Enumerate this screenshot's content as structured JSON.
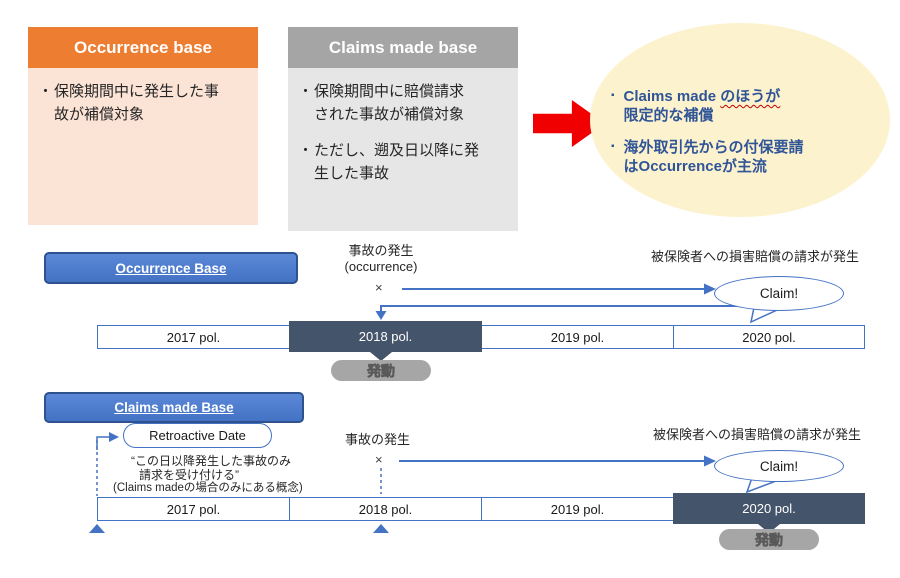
{
  "palette": {
    "orange_header": "#ED7D31",
    "orange_body": "#FBE3D6",
    "gray_header": "#A5A5A5",
    "gray_body": "#E7E6E6",
    "red_arrow": "#F00000",
    "conclusion_fill": "#FDF2CE",
    "conclusion_text": "#2F5597",
    "button_blue": "#4472C4",
    "button_border": "#2F528F",
    "dark_navy": "#44546A",
    "pill_gray": "#A6A6A6"
  },
  "comparison": {
    "occurrence_card": {
      "title": "Occurrence base",
      "bullet_marker": "・",
      "bullet_lines": [
        "保険期間中に発生した事",
        "故が補償対象"
      ]
    },
    "claims_card": {
      "title": "Claims made base",
      "bullet_marker": "・",
      "bullet1_lines": [
        "保険期間中に賠償請求",
        "された事故が補償対象"
      ],
      "bullet2_lines": [
        "ただし、遡及日以降に発",
        "生した事故"
      ]
    },
    "conclusion": {
      "bullet_marker": "▪",
      "b1_pre": "Claims made ",
      "b1_wavy": "のほうが",
      "b1_line2": "限定的な補償",
      "b2_line1": "海外取引先からの付保要請",
      "b2_line2": "はOccurrenceが主流"
    }
  },
  "occurrence_section": {
    "label": "Occurrence Base",
    "event_title": "事故の発生",
    "event_subtitle": "(occurrence)",
    "event_marker": "×",
    "claim_note": "被保険者への損害賠償の請求が発生",
    "claim_bubble": "Claim!",
    "activation": "発動",
    "policies": [
      "2017 pol.",
      "2018 pol.",
      "2019 pol.",
      "2020 pol."
    ]
  },
  "claims_section": {
    "label": "Claims made Base",
    "retroactive_label": "Retroactive Date",
    "quote_line1": "“この日以降発生した事故のみ",
    "quote_line2": "請求を受け付ける”",
    "quote_line3": "(Claims madeの場合のみにある概念)",
    "event_title": "事故の発生",
    "event_marker": "×",
    "claim_note": "被保険者への損害賠償の請求が発生",
    "claim_bubble": "Claim!",
    "activation": "発動",
    "policies": [
      "2017 pol.",
      "2018 pol.",
      "2019 pol.",
      "2020 pol."
    ]
  }
}
